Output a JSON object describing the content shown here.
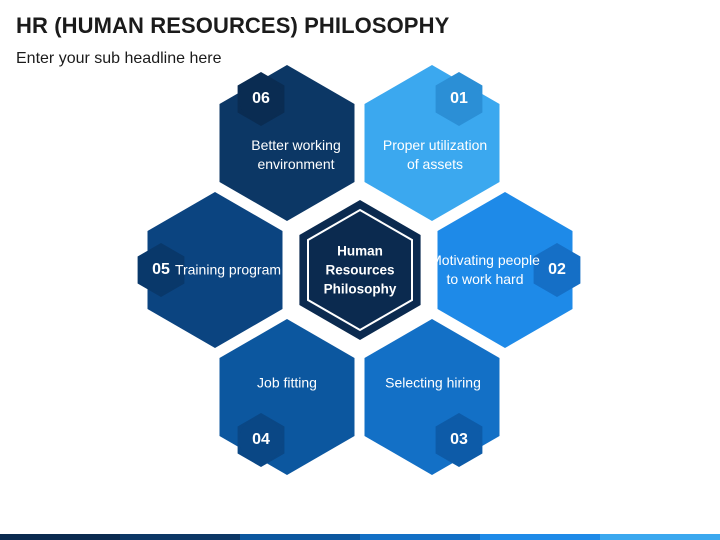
{
  "header": {
    "title": "HR (HUMAN RESOURCES) PHILOSOPHY",
    "subtitle": "Enter your sub headline here"
  },
  "center": {
    "label": "Human Resources Philosophy",
    "fill": "#0b2a4f"
  },
  "items": [
    {
      "number": "01",
      "label": "Proper utilization of assets",
      "fill": "#3ba8ef",
      "badge": "#2b8fd6"
    },
    {
      "number": "02",
      "label": "Motivating people to work hard",
      "fill": "#1e8ae8",
      "badge": "#156fc6"
    },
    {
      "number": "03",
      "label": "Selecting hiring",
      "fill": "#1370c6",
      "badge": "#0d5ba8"
    },
    {
      "number": "04",
      "label": "Job fitting",
      "fill": "#0c579f",
      "badge": "#0a4785"
    },
    {
      "number": "05",
      "label": "Training program",
      "fill": "#0b4480",
      "badge": "#09386a"
    },
    {
      "number": "06",
      "label": "Better working environment",
      "fill": "#0c3765",
      "badge": "#0a2c52"
    }
  ],
  "footer_colors": [
    "#0b2a4f",
    "#0c3765",
    "#0c579f",
    "#1370c6",
    "#1e8ae8",
    "#3ba8ef"
  ]
}
